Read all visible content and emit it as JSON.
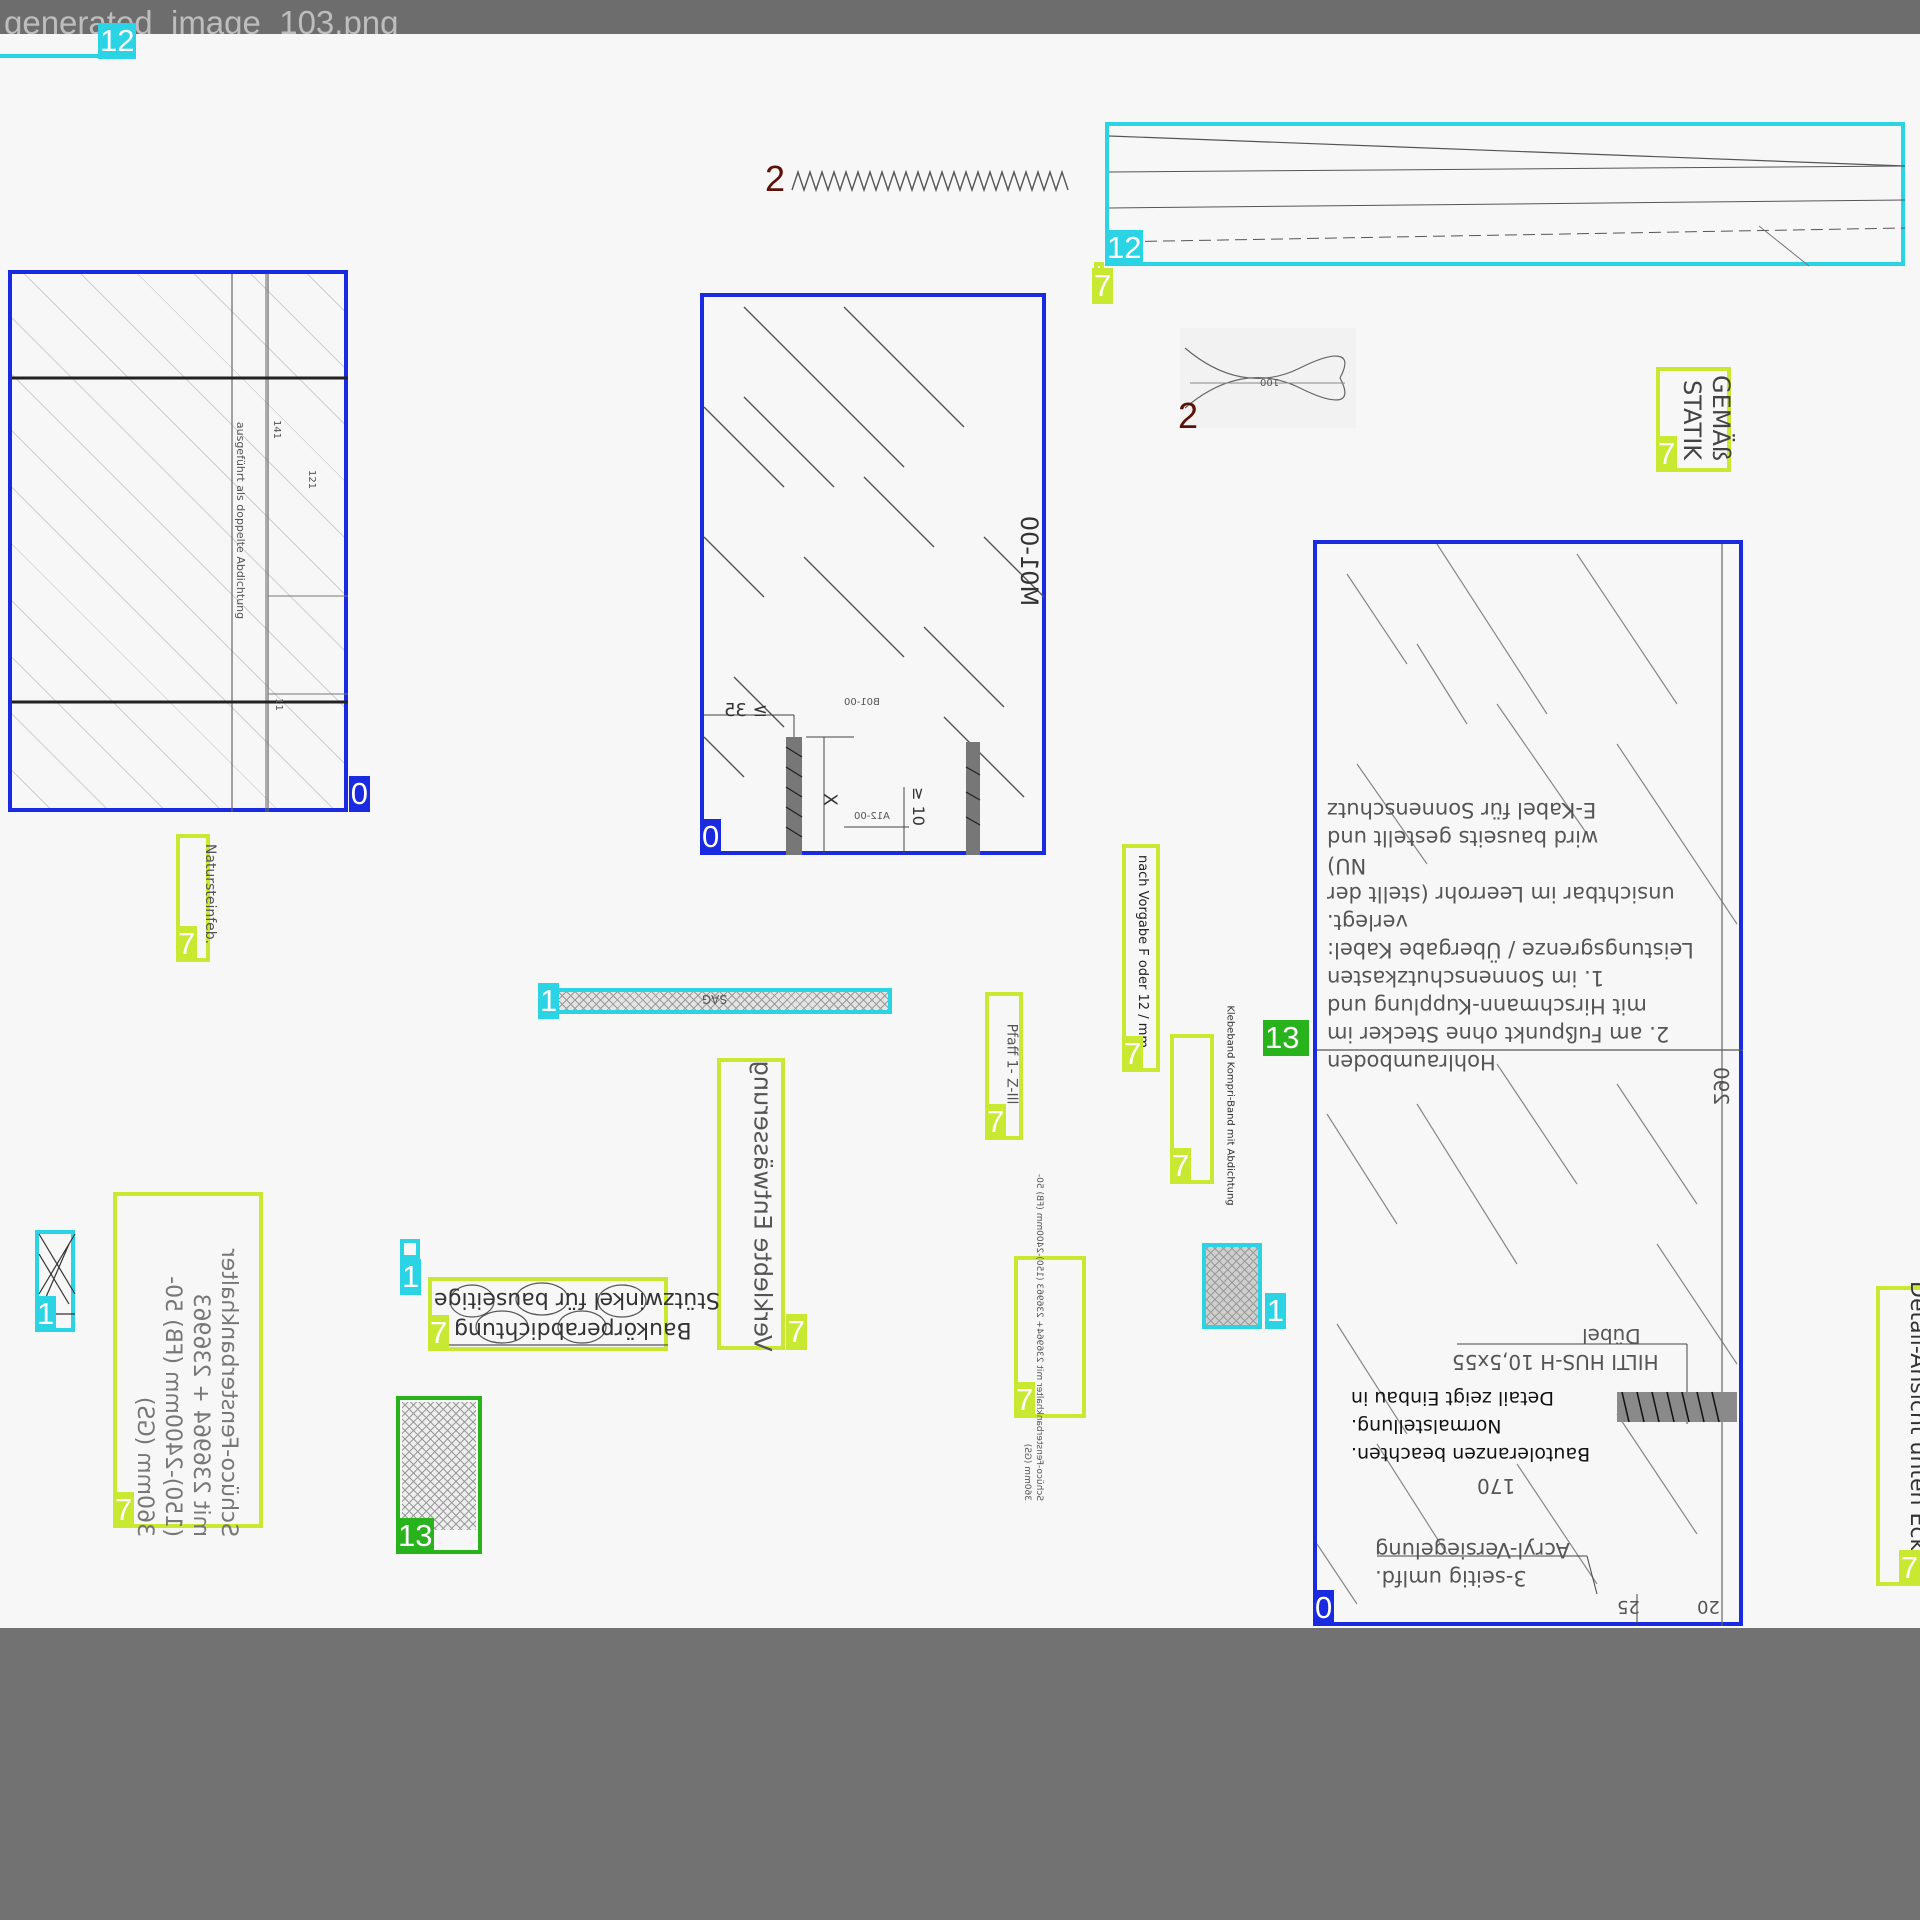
{
  "window": {
    "title": "generated_image_103.png"
  },
  "tags": {
    "zero": "0",
    "one": "1",
    "two": "2",
    "seven": "7",
    "twelve": "12",
    "thirteen": "13"
  },
  "drawing_text": {
    "m01": "M01-00",
    "dim_35": "≥ 35",
    "x_label": "X",
    "dim_10": "≥ 10",
    "b01": "B01-00",
    "a12": "A12-00",
    "dim_100": "100",
    "static": "STATIK",
    "gemass": "GEMÄß",
    "vertical_note": "Verklebte Entwässerung",
    "paper_note": "Schüco-Fensterbankhalter mit 236964 + 236963 (150)-2400mm (FB) 50-360mm (GS)",
    "stutz_line1": "Stützwinkel für bauseitige",
    "stutz_line2": "Baukörperabdichtung",
    "small_note": "Schüco-Fensterbankhalter mit 236964+ 236963 (150)-2400mm (FB) 50-360mm (GS)",
    "pf_note": "Pfaff 1- Z-Ill",
    "rot_note": "nach Vorgabe F oder 12 / mm",
    "bond_note": "Klebeband Kompri-Band mit Abdichtung",
    "right_edge_note": "Detail-Ansicht unten Ecke",
    "left_note": "Natursteinfeb.",
    "hatch_panel_a": "ausgeführt als doppelte Abdichtung",
    "hatch_dim_a": "141",
    "hatch_dim_b": "121",
    "hatch_dim_c": "11",
    "strip_label": "SAG",
    "right_panel": {
      "text_1": "E-Kabel für Sonnenschutz",
      "text_2": "wird bauseits gestellt und",
      "text_3": "unsichtbar im Leerrohr (stellt der NU)",
      "text_4": "verlegt.",
      "text_5": "Leistungsgrenze / Übergabe Kabel:",
      "text_6": "1. im Sonnenschutzkasten",
      "text_7": "mit Hirschmann-Kupplung und",
      "text_8": "2. am Fußpunkt ohne Stecker im",
      "text_9": "Hohlraumboden",
      "dim_290": "290",
      "dubel": "Dübel",
      "hilti": "HILTI HUS-H 10,5x55",
      "detail_1": "Detail zeigt Einbau in",
      "detail_2": "Normalstellung.",
      "detail_3": "Bautoleranzen beachten.",
      "dim_170": "170",
      "acryl_1": "Acryl-Versiegelung",
      "acryl_2": "3-seitig umlfd.",
      "dim_20": "20",
      "dim_25": "25"
    }
  },
  "colors": {
    "class_0": "#1a2ae0",
    "class_1": "#2ad4e4",
    "class_2": "#5c1208",
    "class_7": "#c9e832",
    "class_12": "#2ad4e4",
    "class_13": "#28b21b"
  }
}
